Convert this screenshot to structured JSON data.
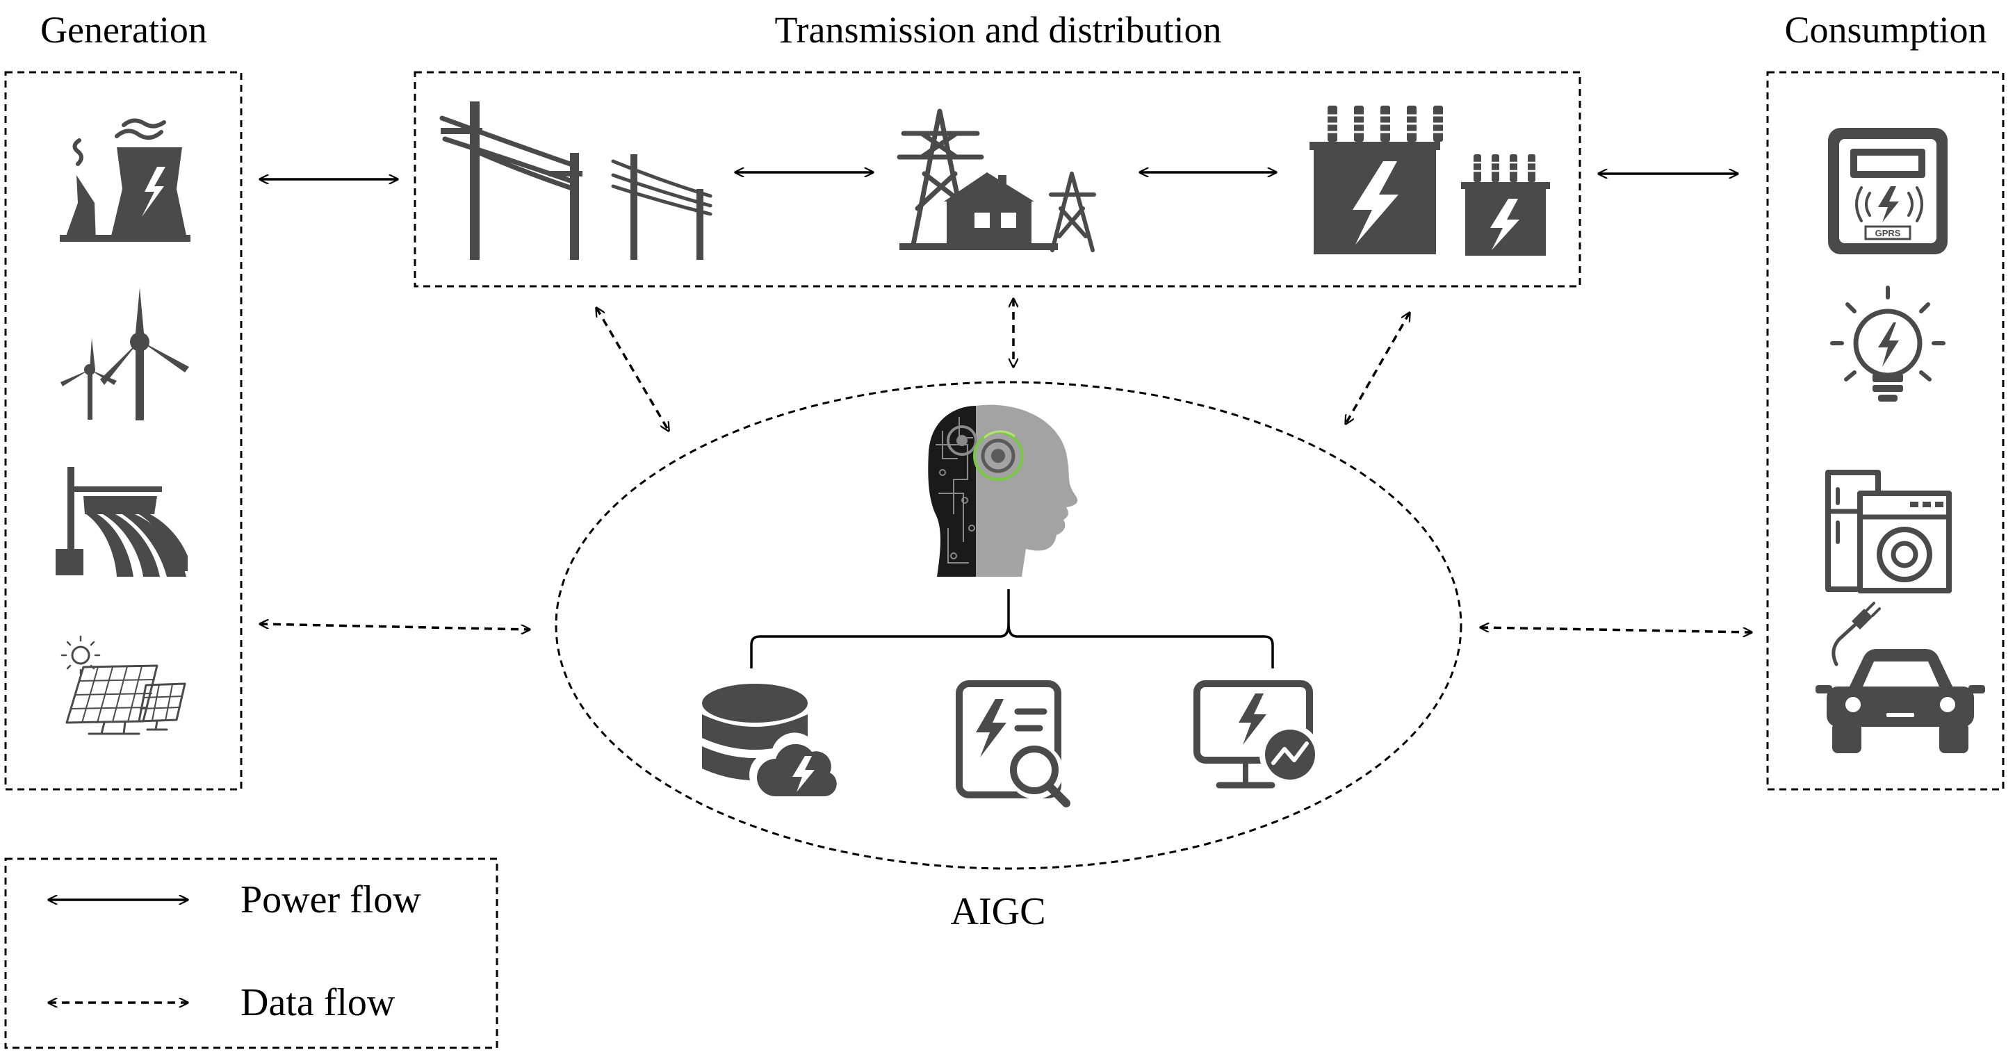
{
  "sections": {
    "generation": "Generation",
    "transmission": "Transmission and distribution",
    "consumption": "Consumption",
    "aigc": "AIGC"
  },
  "legend": {
    "power_flow": "Power flow",
    "data_flow": "Data flow"
  },
  "meter_text": "GPRS",
  "colors": {
    "icon": "#4a4a4a",
    "line": "#000000",
    "accent": "#7ac943"
  }
}
